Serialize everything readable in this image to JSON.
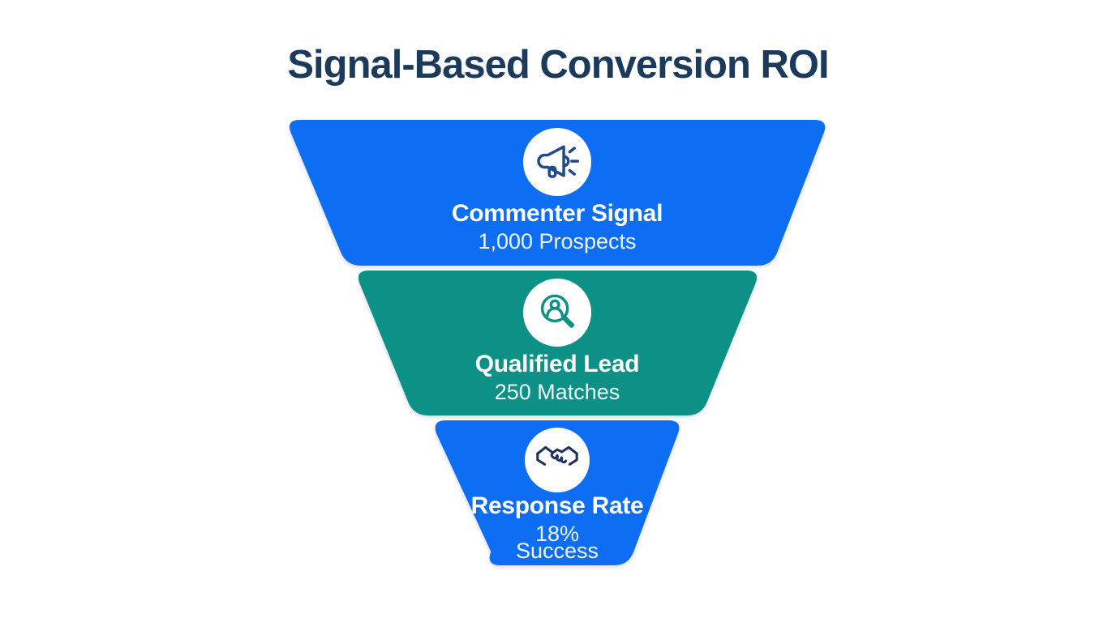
{
  "title": "Signal-Based Conversion ROI",
  "colors": {
    "stage_blue": "#0d6ef3",
    "stage_teal": "#0e9085",
    "title_navy": "#1b3a5c",
    "icon_circle_bg": "#ffffff",
    "megaphone_stroke": "#1d4a8a",
    "person_search_stroke": "#0e9085",
    "handshake_stroke": "#22325f"
  },
  "funnel": {
    "stages": [
      {
        "label": "Commenter Signal",
        "value": "1,000 Prospects",
        "icon": "megaphone-icon",
        "color": "#0d6ef3"
      },
      {
        "label": "Qualified Lead",
        "value": "250 Matches",
        "icon": "person-search-icon",
        "color": "#0e9085"
      },
      {
        "label": "Response Rate",
        "value": "18%",
        "value2": "Success",
        "icon": "handshake-icon",
        "color": "#0d6ef3"
      }
    ]
  },
  "chart_data": {
    "type": "funnel",
    "title": "Signal-Based Conversion ROI",
    "categories": [
      "Commenter Signal",
      "Qualified Lead",
      "Response Rate"
    ],
    "values": [
      1000,
      250,
      0.18
    ],
    "value_labels": [
      "1,000 Prospects",
      "250 Matches",
      "18% Success"
    ]
  }
}
